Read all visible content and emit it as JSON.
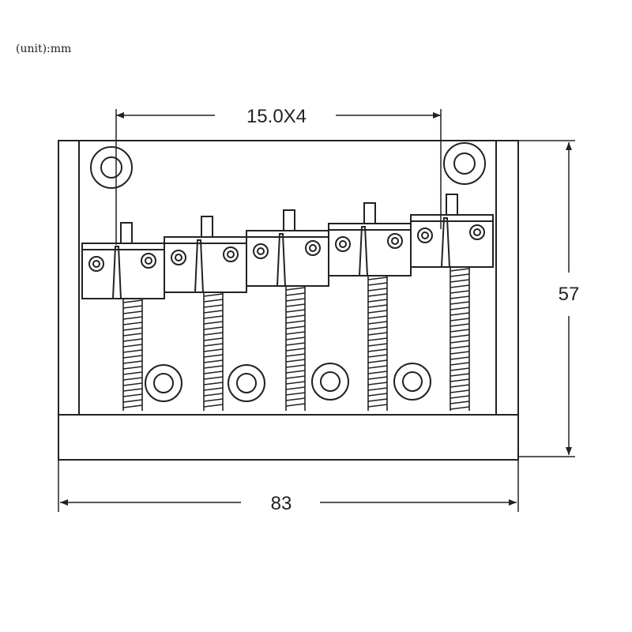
{
  "units": {
    "label": "(unit):mm"
  },
  "dimensions": {
    "spacing": {
      "label": "15.0X4"
    },
    "width": {
      "label": "83"
    },
    "height": {
      "label": "57"
    }
  },
  "colors": {
    "stroke": "#222222",
    "background": "#ffffff"
  },
  "parts": {
    "saddle_count": 5,
    "mounting_hole_count": 6
  }
}
